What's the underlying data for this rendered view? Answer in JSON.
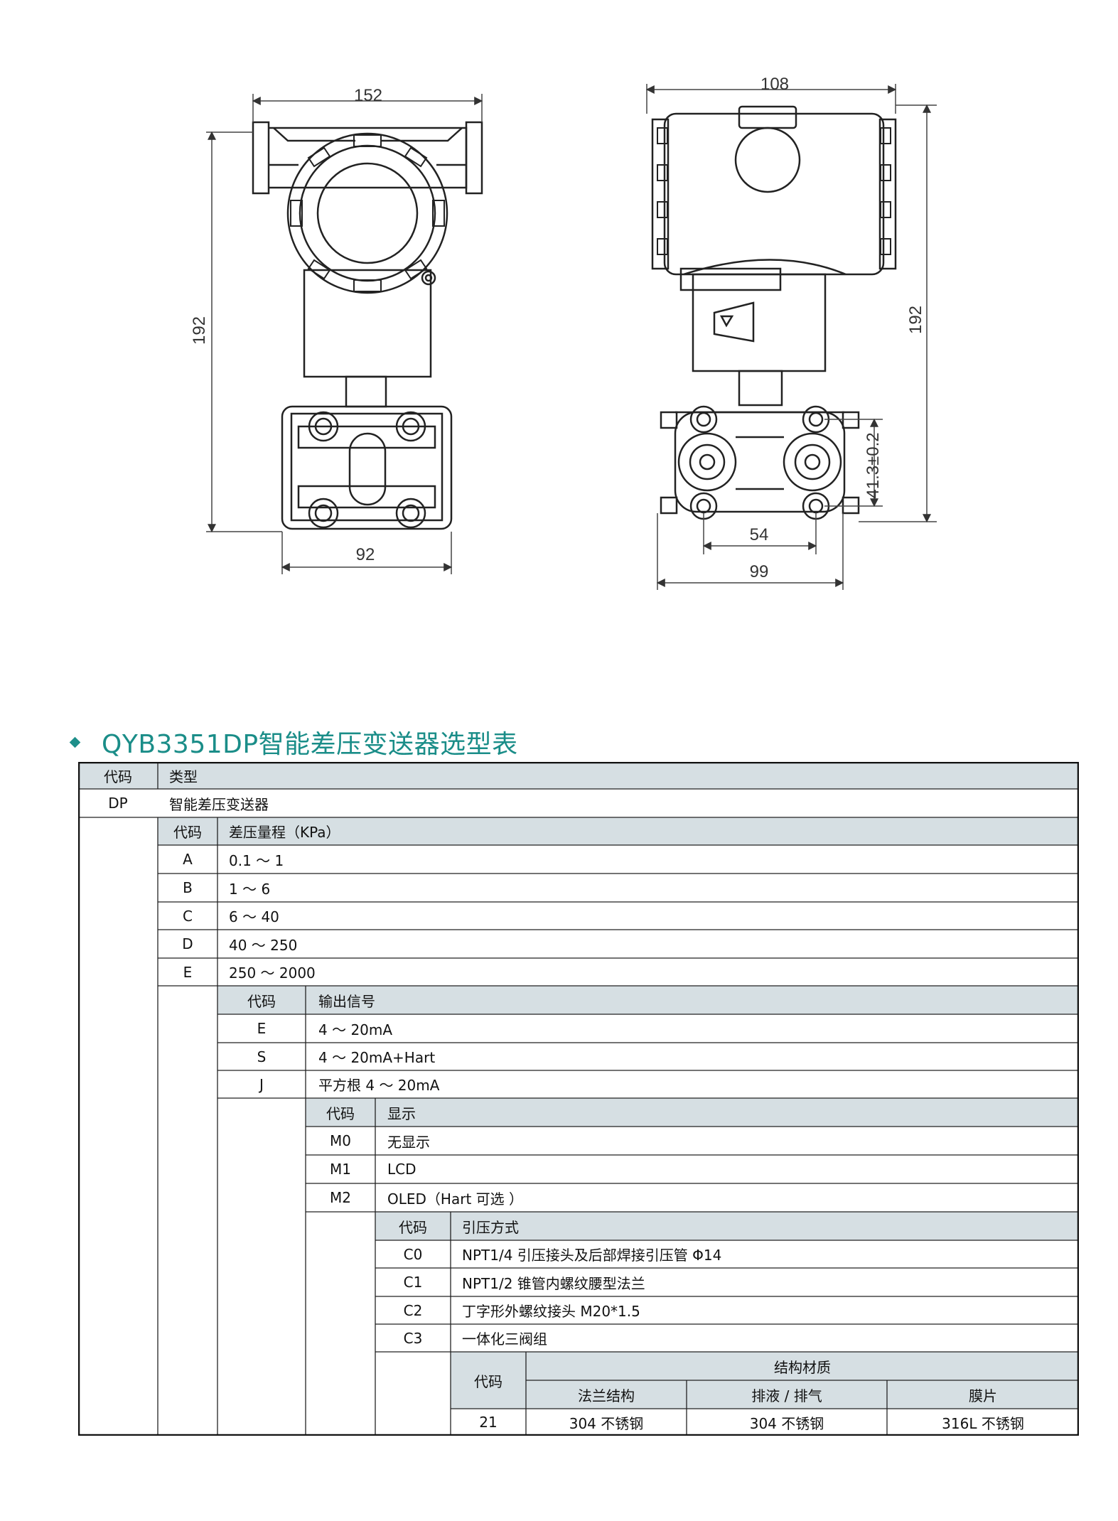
{
  "drawing": {
    "front_view": {
      "top_width": "152",
      "height": "192",
      "bottom_width": "92"
    },
    "side_view": {
      "top_width": "108",
      "height": "192",
      "flange_height": "41.3±0.2",
      "bolt_span": "54",
      "bottom_width": "99"
    }
  },
  "section": {
    "title": "QYB3351DP智能差压变送器选型表",
    "accent_color": "#1a8d88",
    "header_color": "#d6dfe3"
  },
  "table": {
    "level1": {
      "header_code": "代码",
      "header_name": "类型",
      "rows": [
        {
          "code": "DP",
          "name": "智能差压变送器"
        }
      ]
    },
    "level2": {
      "header_code": "代码",
      "header_name": "差压量程（KPa）",
      "rows": [
        {
          "code": "A",
          "name": "0.1 ～ 1"
        },
        {
          "code": "B",
          "name": "1 ～ 6"
        },
        {
          "code": "C",
          "name": "6 ～ 40"
        },
        {
          "code": "D",
          "name": "40 ～ 250"
        },
        {
          "code": "E",
          "name": "250 ～ 2000"
        }
      ]
    },
    "level3": {
      "header_code": "代码",
      "header_name": "输出信号",
      "rows": [
        {
          "code": "E",
          "name": "4 ～ 20mA"
        },
        {
          "code": "S",
          "name": "4 ～ 20mA+Hart"
        },
        {
          "code": "J",
          "name": "平方根 4 ～ 20mA"
        }
      ]
    },
    "level4": {
      "header_code": "代码",
      "header_name": "显示",
      "rows": [
        {
          "code": "M0",
          "name": "无显示"
        },
        {
          "code": "M1",
          "name": "LCD"
        },
        {
          "code": "M2",
          "name": "OLED（Hart 可选 ）"
        }
      ]
    },
    "level5": {
      "header_code": "代码",
      "header_name": "引压方式",
      "rows": [
        {
          "code": "C0",
          "name": "NPT1/4 引压接头及后部焊接引压管 Φ14"
        },
        {
          "code": "C1",
          "name": "NPT1/2 锥管内螺纹腰型法兰"
        },
        {
          "code": "C2",
          "name": "丁字形外螺纹接头 M20*1.5"
        },
        {
          "code": "C3",
          "name": "一体化三阀组"
        }
      ]
    },
    "level6": {
      "header_code": "代码",
      "group_title": "结构材质",
      "columns": [
        "法兰结构",
        "排液 / 排气",
        "膜片"
      ],
      "rows": [
        {
          "code": "21",
          "values": [
            "304 不锈钢",
            "304 不锈钢",
            "316L 不锈钢"
          ]
        }
      ]
    }
  }
}
